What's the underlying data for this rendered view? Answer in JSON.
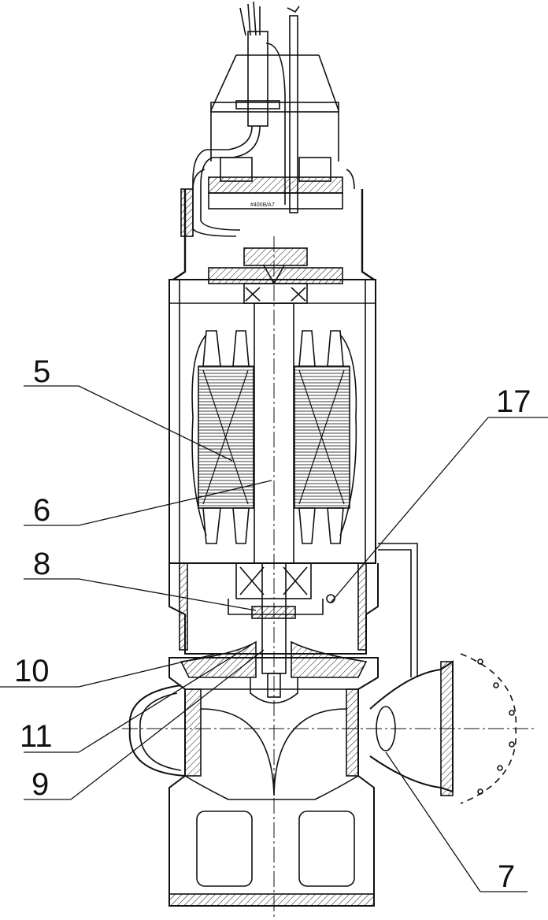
{
  "figure": {
    "labels": [
      {
        "id": "5",
        "text": "5"
      },
      {
        "id": "6",
        "text": "6"
      },
      {
        "id": "8",
        "text": "8"
      },
      {
        "id": "10",
        "text": "10"
      },
      {
        "id": "11",
        "text": "11"
      },
      {
        "id": "9",
        "text": "9"
      },
      {
        "id": "17",
        "text": "17"
      },
      {
        "id": "7",
        "text": "7"
      }
    ],
    "plate_marking": "#400B/A7"
  },
  "colors": {
    "ink": "#111111",
    "background": "#ffffff"
  }
}
